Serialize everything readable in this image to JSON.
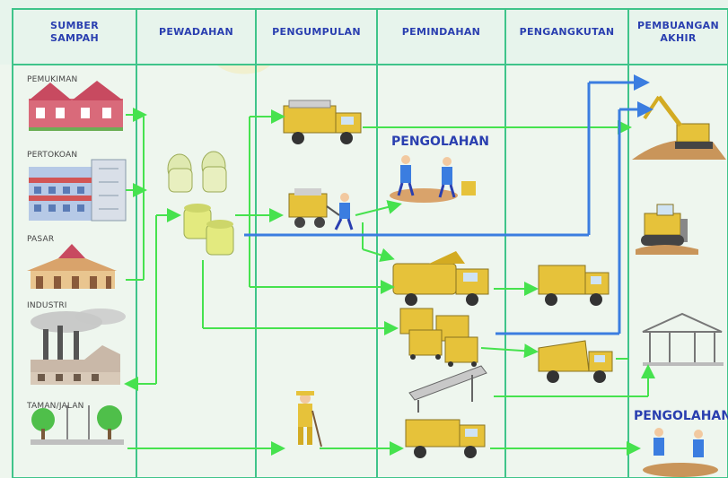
{
  "columns": [
    {
      "key": "sumber",
      "label_line1": "SUMBER",
      "label_line2": "SAMPAH"
    },
    {
      "key": "pewadahan",
      "label_line1": "PEWADAHAN",
      "label_line2": ""
    },
    {
      "key": "pengumpulan",
      "label_line1": "PENGUMPULAN",
      "label_line2": ""
    },
    {
      "key": "pemindahan",
      "label_line1": "PEMINDAHAN",
      "label_line2": ""
    },
    {
      "key": "pengangkutan",
      "label_line1": "PENGANGKUTAN",
      "label_line2": ""
    },
    {
      "key": "pembuangan",
      "label_line1": "PEMBUANGAN",
      "label_line2": "AKHIR"
    }
  ],
  "sources": [
    "PEMUKIMAN",
    "PERTOKOAN",
    "PASAR",
    "INDUSTRI",
    "TAMAN/JALAN"
  ],
  "processing_label_1": "PENGOLAHAN",
  "processing_label_2": "PENGOLAHAN",
  "colors": {
    "grid": "#3fc48a",
    "flow": "#46e24e",
    "main_flow": "#3b7de0",
    "header_text": "#2a3fb0",
    "truck": "#e6c23a"
  }
}
